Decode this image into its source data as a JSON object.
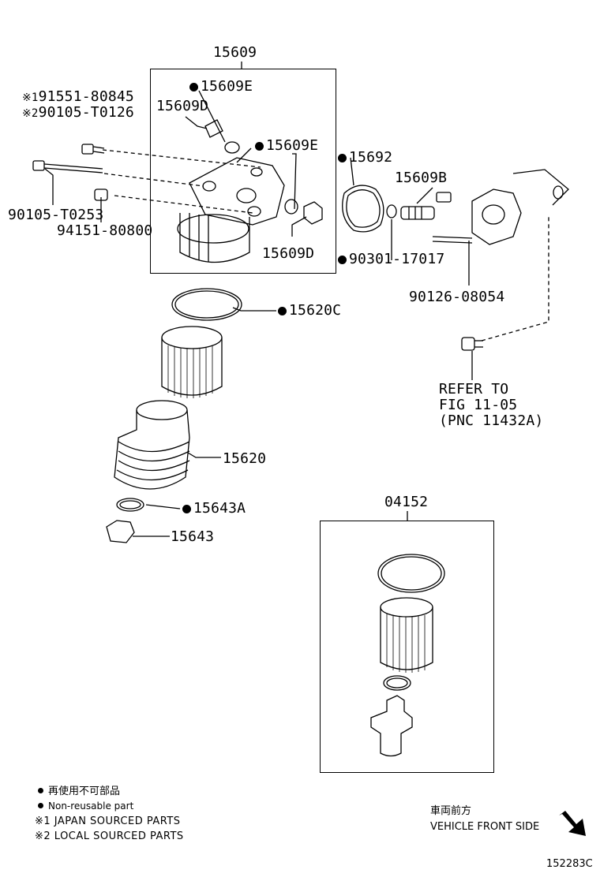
{
  "parts": {
    "p15609": "15609",
    "p15609E_a": "15609E",
    "p15609D_a": "15609D",
    "p15609E_b": "15609E",
    "p15609D_b": "15609D",
    "p15692": "15692",
    "p15609B": "15609B",
    "p90301": "90301-17017",
    "p90126": "90126-08054",
    "p91551": "91551-80845",
    "p90105a": "90105-T0126",
    "p90105b": "90105-T0253",
    "p94151": "94151-80800",
    "p15620C": "15620C",
    "p15620": "15620",
    "p15643A": "15643A",
    "p15643": "15643",
    "p04152": "04152"
  },
  "marks": {
    "m1": "※1",
    "m2": "※2"
  },
  "refer": {
    "line1": "REFER TO",
    "line2": "FIG 11-05",
    "line3": "(PNC 11432A)"
  },
  "legend": {
    "nonreusable_jp": "再使用不可部品",
    "nonreusable_en": "Non-reusable part",
    "japan": "※1 JAPAN SOURCED PARTS",
    "local": "※2 LOCAL SOURCED PARTS"
  },
  "front": {
    "jp": "車両前方",
    "en": "VEHICLE FRONT SIDE"
  },
  "fig_id": "152283C"
}
